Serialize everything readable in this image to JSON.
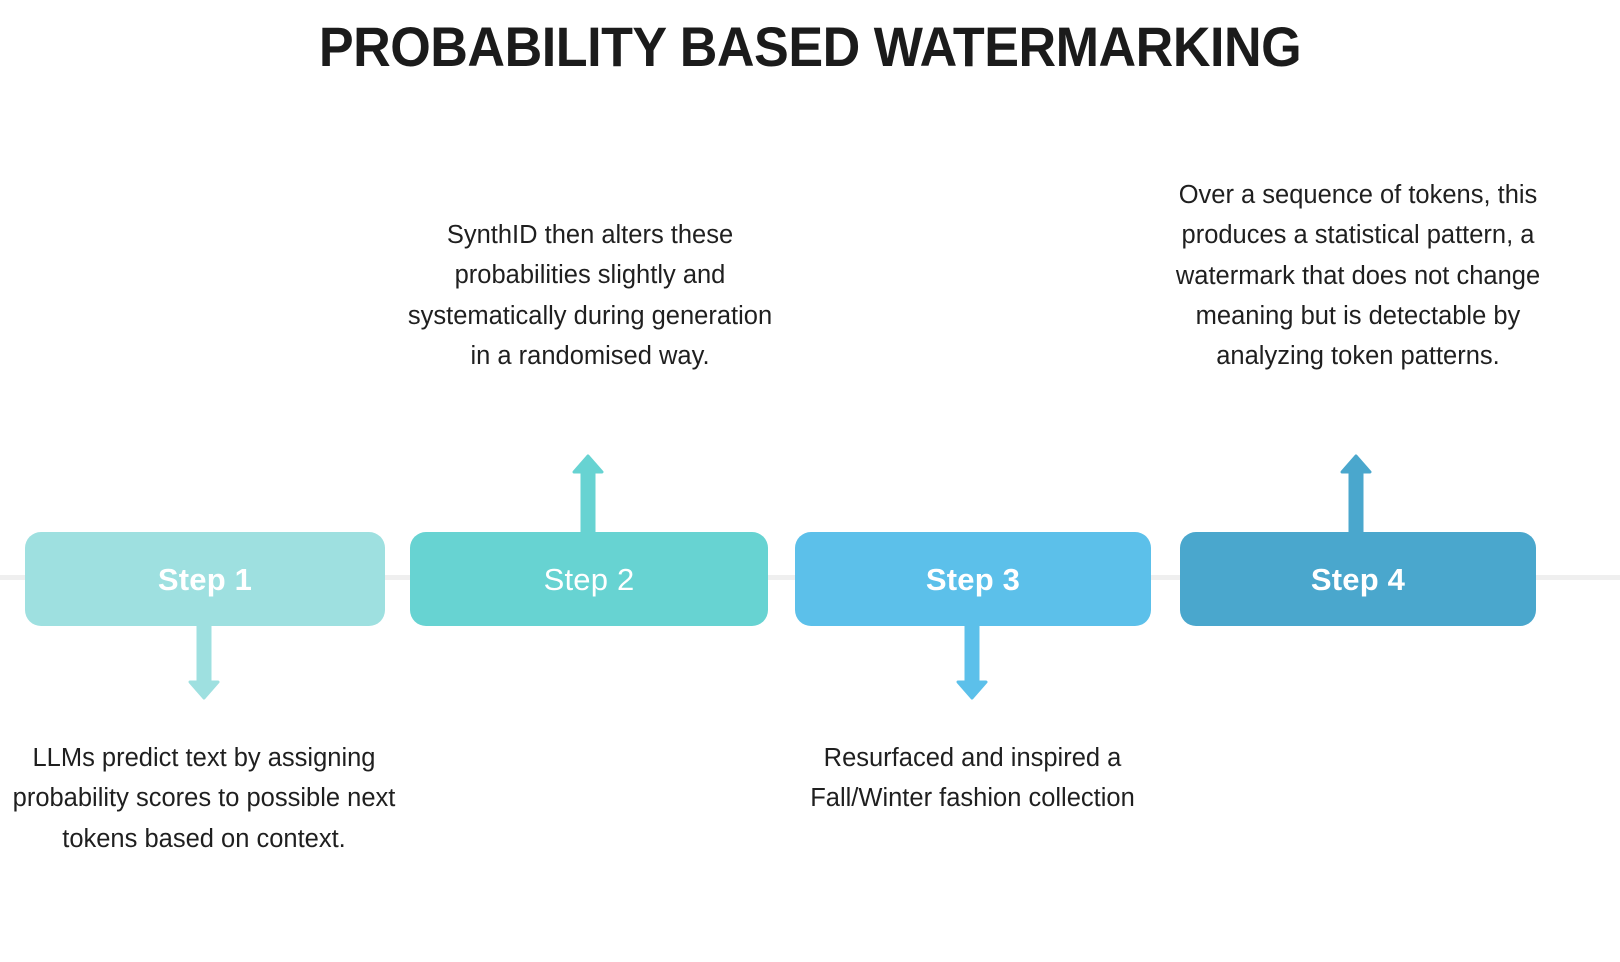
{
  "title": "PROBABILITY BASED WATERMARKING",
  "colors": {
    "step1": "#9ee0e0",
    "step2": "#67d3d2",
    "step3": "#5cc0ea",
    "step4": "#4aa7cd",
    "rail": "#efefef",
    "title_text": "#1b1b1b",
    "body_text": "#1f1f1f",
    "step_label_text": "#ffffff"
  },
  "steps": [
    {
      "id": "step-1",
      "label": "Step 1",
      "color": "#9ee0e0",
      "arrow": {
        "name": "arrow-down-icon",
        "direction": "down",
        "color": "#9ee0e0"
      },
      "description": "LLMs predict text by assigning probability scores to possible next tokens based on context.",
      "description_position": "below"
    },
    {
      "id": "step-2",
      "label": "Step 2",
      "color": "#67d3d2",
      "arrow": {
        "name": "arrow-up-icon",
        "direction": "up",
        "color": "#67d3d2"
      },
      "description": "SynthID then alters these probabilities slightly and systematically during generation in a randomised way.",
      "description_position": "above"
    },
    {
      "id": "step-3",
      "label": "Step 3",
      "color": "#5cc0ea",
      "arrow": {
        "name": "arrow-down-icon",
        "direction": "down",
        "color": "#5cc0ea"
      },
      "description": "Resurfaced and inspired a Fall/Winter fashion collection",
      "description_position": "below"
    },
    {
      "id": "step-4",
      "label": "Step 4",
      "color": "#4aa7cd",
      "arrow": {
        "name": "arrow-up-icon",
        "direction": "up",
        "color": "#4aa7cd"
      },
      "description": "Over a sequence of tokens, this produces a statistical pattern, a watermark that does not change meaning but is detectable by analyzing token patterns.",
      "description_position": "above"
    }
  ]
}
